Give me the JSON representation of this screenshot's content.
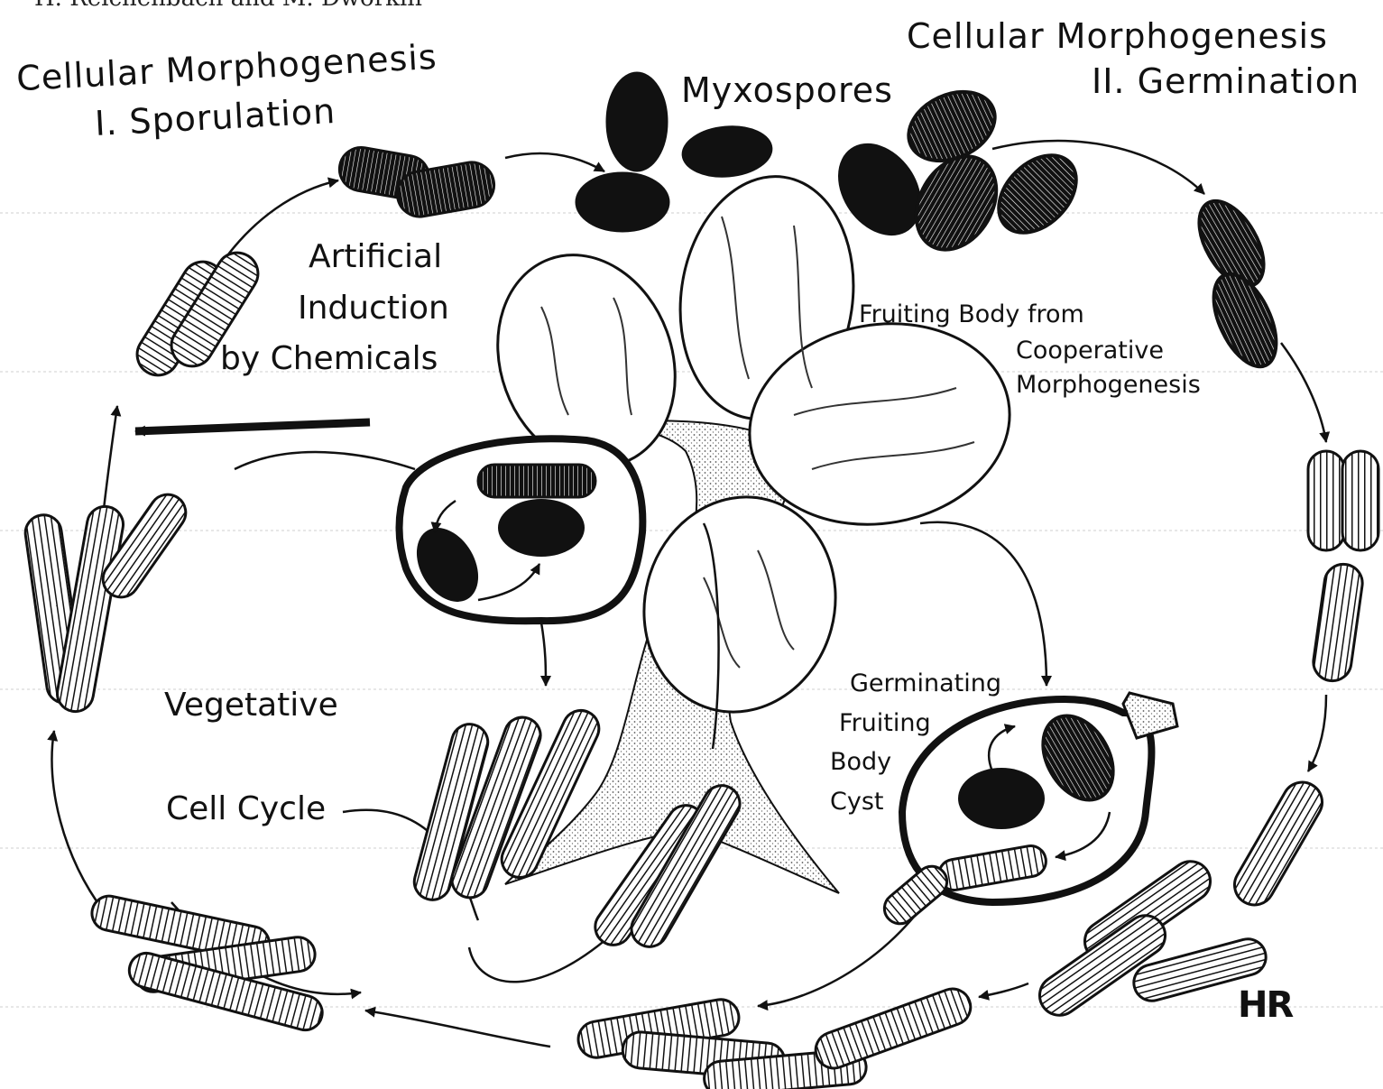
{
  "header_text": "H. Reichenbach and M. Dworkin",
  "labels": {
    "sporulation_line1": "Cellular Morphogenesis",
    "sporulation_line2": "I. Sporulation",
    "myxospores": "Myxospores",
    "germination_line1": "Cellular   Morphogenesis",
    "germination_line2": "II. Germination",
    "artificial_line1": "Artificial",
    "artificial_line2": "Induction",
    "artificial_line3": "by  Chemicals",
    "fruiting_line1": "Fruiting   Body  from",
    "fruiting_line2": "Cooperative",
    "fruiting_line3": "Morphogenesis",
    "vegetative": "Vegetative",
    "cell_cycle": "Cell  Cycle",
    "germinating_line1": "Germinating",
    "germinating_line2": "Fruiting",
    "germinating_line3": "Body",
    "germinating_line4": "Cyst",
    "signature": "HR"
  },
  "colors": {
    "ink": "#111111",
    "paper": "#ffffff",
    "stalk": "#d9d9d9"
  }
}
